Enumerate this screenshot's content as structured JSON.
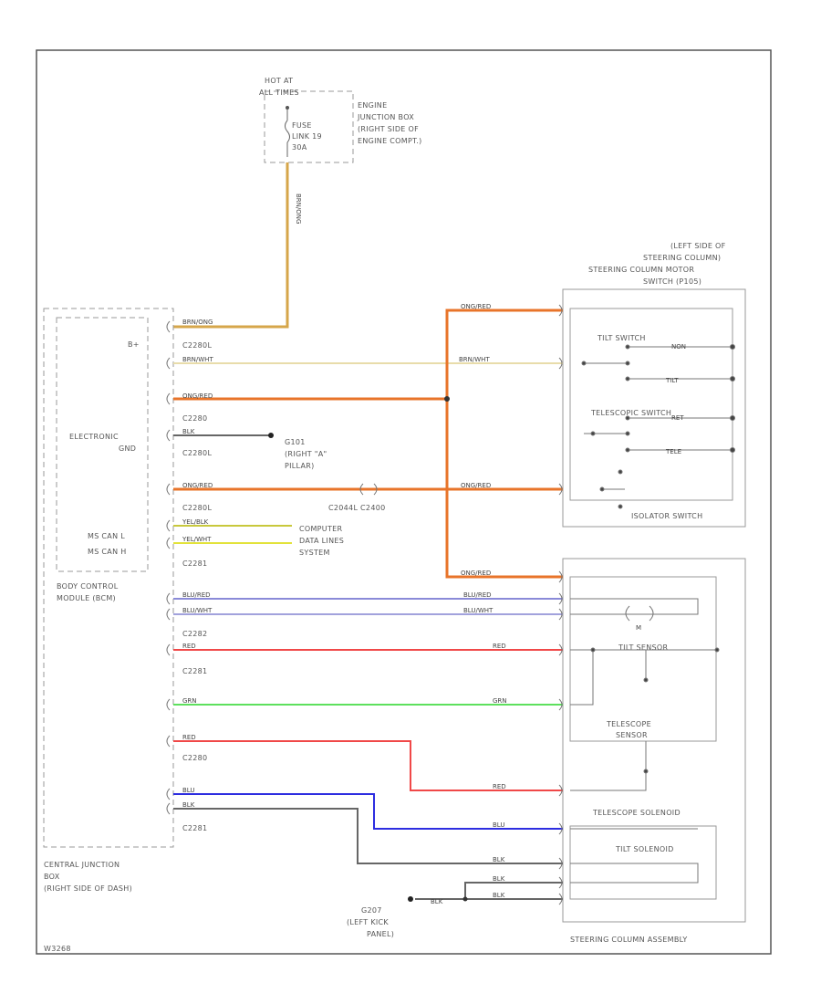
{
  "colors": {
    "org_red": "#e8742a",
    "red": "#f04848",
    "blu": "#2d2de0",
    "blu_red": "#8a8ad8",
    "blu_wht": "#a2a2dc",
    "grn": "#5de05d",
    "yel": "#e2e23a",
    "yel_blk": "#c8c83c",
    "brn_wht": "#e8dcaa",
    "brn_ong": "#d6a64a",
    "blk": "#666666",
    "frame": "#555555",
    "box": "#999999"
  },
  "labels": {
    "hot_at_all_times": [
      "HOT AT",
      "ALL TIMES"
    ],
    "engine_jb": [
      "ENGINE",
      "JUNCTION BOX",
      "(RIGHT SIDE OF",
      "ENGINE COMPT.)"
    ],
    "fuse": [
      "FUSE",
      "LINK 19",
      "30A"
    ],
    "left_side_col": [
      "(LEFT SIDE OF",
      "STEERING COLUMN)",
      "STEERING COLUMN MOTOR",
      "SWITCH (P105)"
    ],
    "tilt_switch": "TILT SWITCH",
    "telescopic_switch": "TELESCOPIC SWITCH",
    "isolator_switch": "ISOLATOR SWITCH",
    "b_plus": "B+",
    "electronic_gnd": [
      "ELECTRONIC",
      "GND"
    ],
    "ms_can_l": "MS CAN L",
    "ms_can_h": "MS CAN H",
    "g101": [
      "G101",
      "(RIGHT \"A\"",
      "PILLAR)"
    ],
    "computer_data": [
      "COMPUTER",
      "DATA LINES",
      "SYSTEM"
    ],
    "bcm": [
      "BODY CONTROL",
      "MODULE (BCM)"
    ],
    "cjb": [
      "CENTRAL JUNCTION",
      "BOX",
      "(RIGHT SIDE OF DASH)"
    ],
    "c2044l_c2400": "C2044L  C2400",
    "tilt_sensor": "TILT SENSOR",
    "telescope_sensor": [
      "TELESCOPE",
      "SENSOR"
    ],
    "telescope_solenoid": "TELESCOPE SOLENOID",
    "tilt_solenoid": "TILT SOLENOID",
    "steering_column_assembly": "STEERING COLUMN ASSEMBLY",
    "g207": [
      "G207",
      "(LEFT KICK",
      "PANEL)"
    ],
    "footer": "W3268"
  },
  "connectors": [
    "C2280L",
    "C2280",
    "C2280L",
    "C2280L",
    "C2281",
    "C2282",
    "C2281",
    "C2280",
    "C2281"
  ],
  "wires": {
    "brn_ong": "BRN/ONG",
    "brn_wht": "BRN/WHT",
    "org_red": "ONG/RED",
    "blk": "BLK",
    "yel_blk": "YEL/BLK",
    "yel_wht": "YEL/WHT",
    "blu_red": "BLU/RED",
    "blu_wht": "BLU/WHT",
    "red": "RED",
    "grn": "GRN",
    "blu": "BLU"
  }
}
